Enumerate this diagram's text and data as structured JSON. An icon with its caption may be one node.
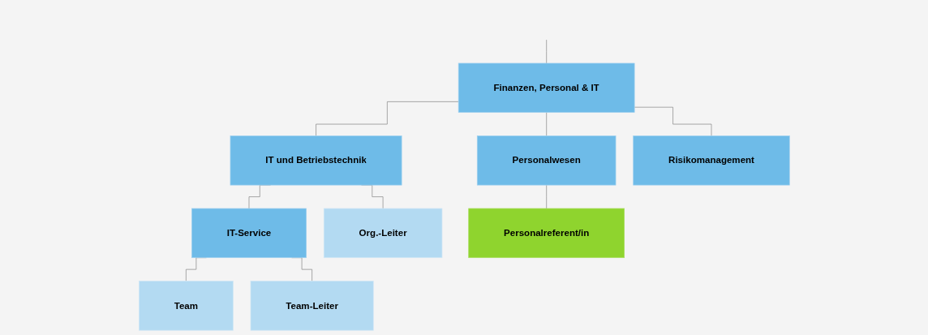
{
  "diagram": {
    "nodes": [
      {
        "text": [
          "Finanzen, Personal & IT"
        ]
      },
      {
        "text": [
          "IT und Betriebstechnik"
        ]
      },
      {
        "text": [
          "Personalwesen"
        ]
      },
      {
        "text": [
          "Risikomanagement"
        ]
      },
      {
        "text": [
          "IT-Service"
        ]
      },
      {
        "text": [
          "Org.-Leiter"
        ]
      },
      {
        "text": [
          "Personalreferent/in"
        ]
      },
      {
        "text": [
          "Team"
        ]
      },
      {
        "text": [
          "Team-Leiter"
        ]
      }
    ],
    "edges": [
      {
        "from": null,
        "to": 0,
        "arrow": "none"
      },
      {
        "from": 0,
        "to": 1,
        "arrow": "none"
      },
      {
        "from": 0,
        "to": 2,
        "arrow": "none"
      },
      {
        "from": 0,
        "to": 3,
        "arrow": "none"
      },
      {
        "from": 1,
        "to": 4,
        "arrow": "none"
      },
      {
        "from": 1,
        "to": 5,
        "arrow": "none"
      },
      {
        "from": 2,
        "to": 6,
        "arrow": "none"
      },
      {
        "from": 4,
        "to": 7,
        "arrow": "none"
      },
      {
        "from": 4,
        "to": 8,
        "arrow": "none"
      }
    ]
  }
}
